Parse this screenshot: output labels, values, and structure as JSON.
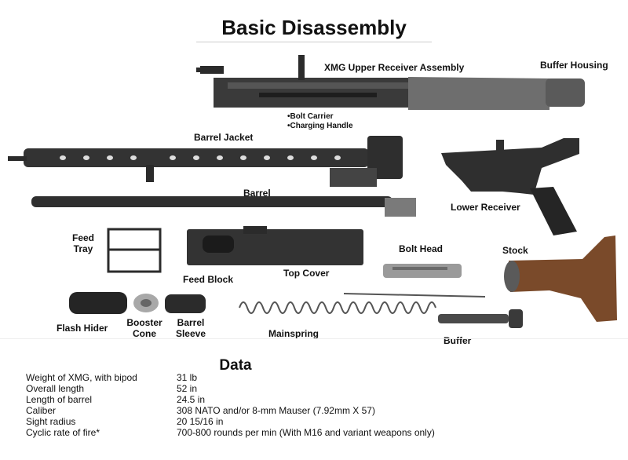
{
  "page": {
    "title": "Basic Disassembly"
  },
  "parts": {
    "upper_receiver": "XMG Upper Receiver Assembly",
    "buffer_housing": "Buffer Housing",
    "bolt_carrier": "•Bolt Carrier",
    "charging_handle": "•Charging Handle",
    "barrel_jacket": "Barrel Jacket",
    "barrel": "Barrel",
    "lower_receiver": "Lower Receiver",
    "feed_tray_1": "Feed",
    "feed_tray_2": "Tray",
    "feed_block": "Feed Block",
    "top_cover": "Top Cover",
    "bolt_head": "Bolt Head",
    "stock": "Stock",
    "flash_hider": "Flash Hider",
    "booster_cone_1": "Booster",
    "booster_cone_2": "Cone",
    "barrel_sleeve_1": "Barrel",
    "barrel_sleeve_2": "Sleeve",
    "mainspring": "Mainspring",
    "buffer": "Buffer"
  },
  "data": {
    "title": "Data",
    "rows": [
      {
        "label": "Weight of XMG, with bipod",
        "value": "31 lb"
      },
      {
        "label": "Overall length",
        "value": "52 in"
      },
      {
        "label": "Length of barrel",
        "value": "24.5 in"
      },
      {
        "label": "Caliber",
        "value": "308 NATO and/or 8-mm Mauser (7.92mm X 57)"
      },
      {
        "label": "Sight radius",
        "value": "20 15/16 in"
      },
      {
        "label": "Cyclic rate of fire*",
        "value": "700-800  rounds per min (With M16 and variant weapons only)"
      }
    ]
  },
  "colors": {
    "metal_dark": "#2b2b2b",
    "metal_mid": "#4a4a4a",
    "metal_light": "#8a8a8a",
    "wood": "#7a4a2a"
  }
}
